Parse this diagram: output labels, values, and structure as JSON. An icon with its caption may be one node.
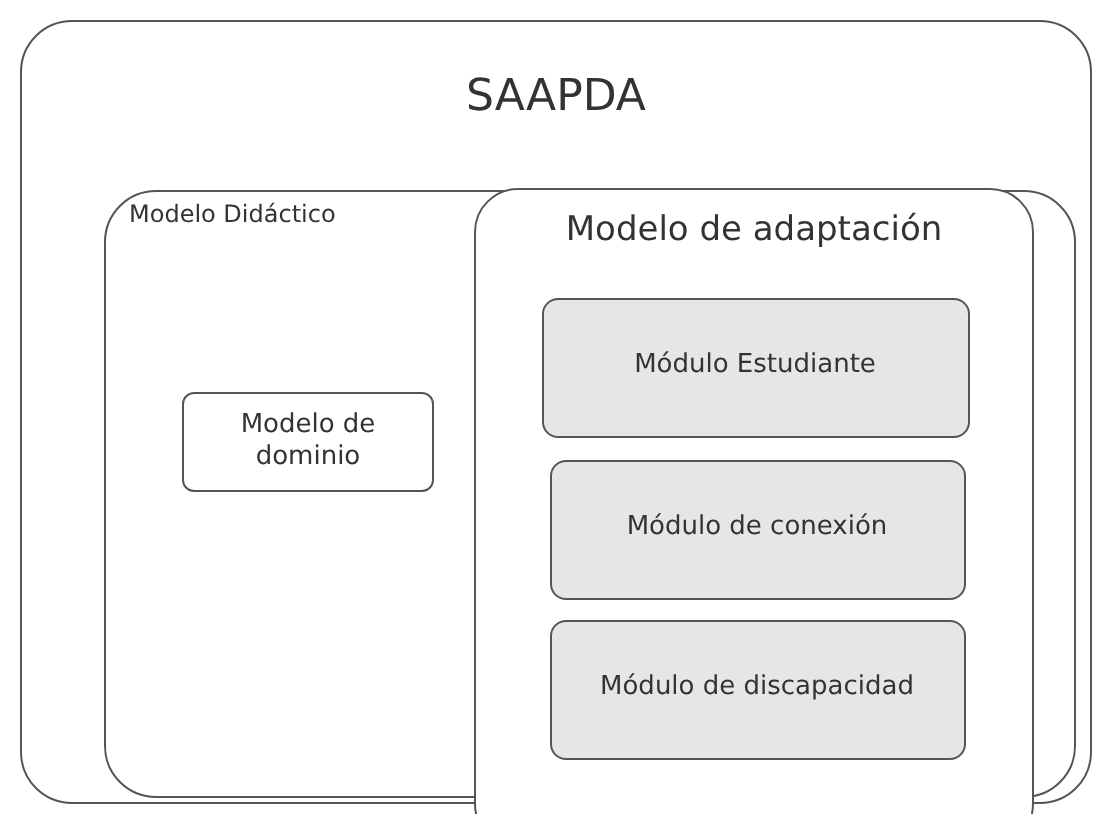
{
  "diagram": {
    "nodes": [
      {
        "text": [
          "SAAPDA"
        ]
      },
      {
        "text": [
          "Modelo Didáctico"
        ],
        "in": 0
      },
      {
        "text": [
          "Modelo de dominio"
        ],
        "in": 1
      },
      {
        "text": [
          "Modelo de adaptación"
        ],
        "in": 1
      },
      {
        "text": [
          "Módulo Estudiante"
        ],
        "in": 3
      },
      {
        "text": [
          "Módulo de conexión"
        ],
        "in": 3
      },
      {
        "text": [
          "Módulo de discapacidad"
        ],
        "in": 3
      }
    ]
  }
}
